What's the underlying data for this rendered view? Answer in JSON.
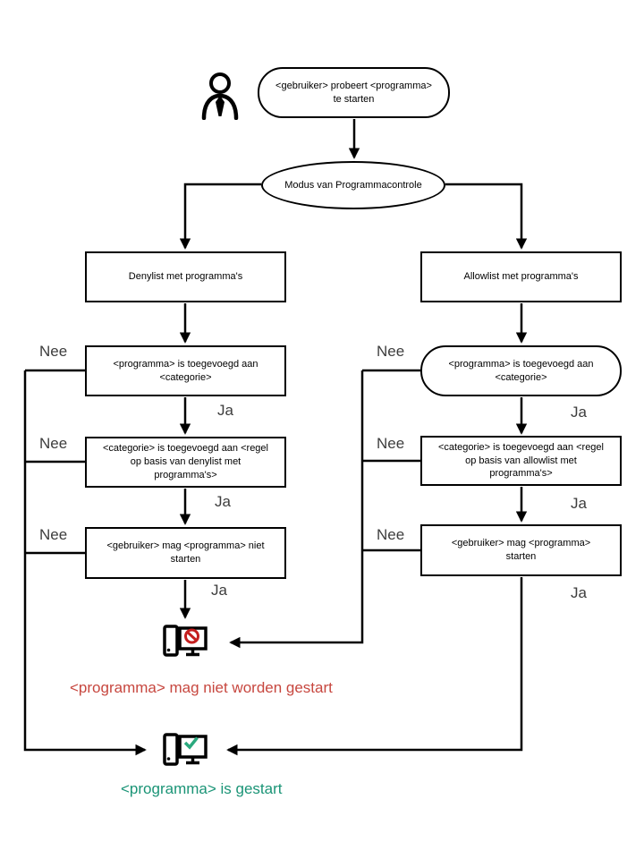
{
  "diagram": {
    "nodes": {
      "start": "<gebruiker> probeert <programma> te starten",
      "mode": "Modus van Programmacontrole",
      "denylist_branch": "Denylist met programma's",
      "allowlist_branch": "Allowlist met programma's",
      "deny_step1": "<programma> is toegevoegd aan <categorie>",
      "allow_step1": "<programma> is toegevoegd aan <categorie>",
      "deny_step2": "<categorie> is toegevoegd aan <regel op basis van denylist met programma's>",
      "allow_step2": "<categorie> is toegevoegd aan <regel op basis van allowlist met programma's>",
      "deny_step3": "<gebruiker> mag <programma> niet starten",
      "allow_step3": "<gebruiker> mag <programma> starten"
    },
    "edge_labels": {
      "no": "Nee",
      "yes": "Ja"
    },
    "results": {
      "blocked": "<programma> mag niet worden gestart",
      "started": "<programma> is gestart"
    },
    "icons": {
      "user": "user-icon",
      "blocked": "computer-blocked-icon",
      "started": "computer-started-icon"
    },
    "colors": {
      "line": "#000000",
      "blocked_text": "#c7473f",
      "started_text": "#1a9476",
      "no_sign": "#c41f1f",
      "check": "#2aa97e"
    }
  }
}
